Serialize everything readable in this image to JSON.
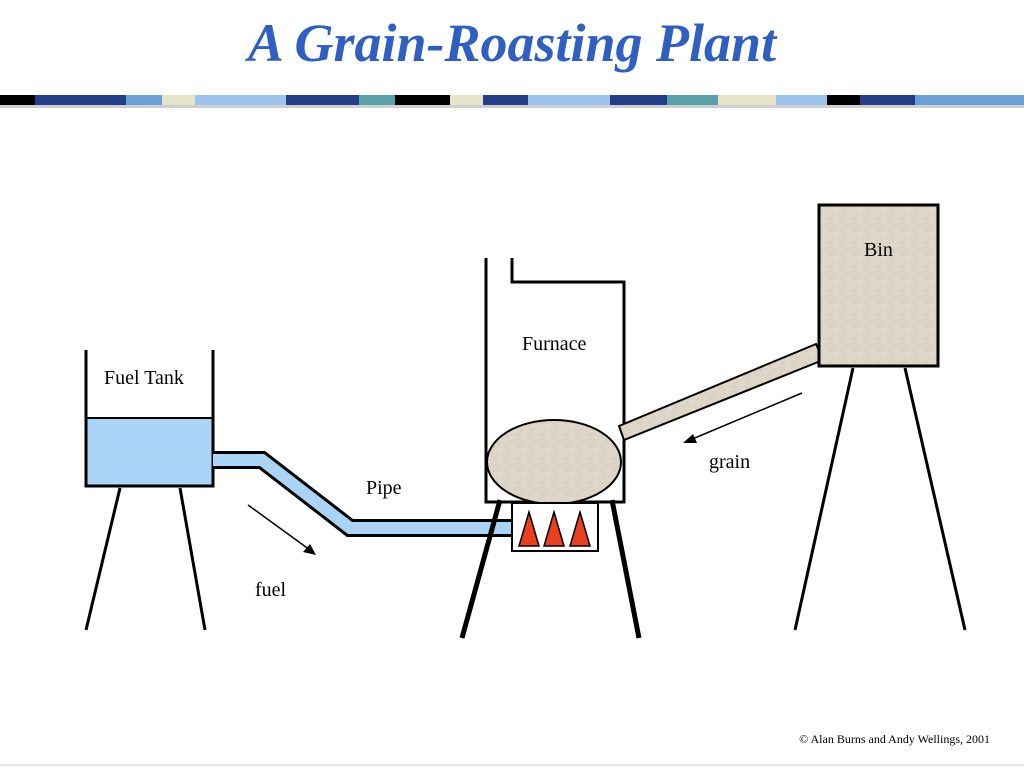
{
  "title": "A Grain-Roasting Plant",
  "labels": {
    "fuel_tank": "Fuel Tank",
    "pipe": "Pipe",
    "fuel": "fuel",
    "furnace": "Furnace",
    "grain": "grain",
    "bin": "Bin"
  },
  "footer": "© Alan Burns and Andy Wellings, 2001",
  "colors": {
    "title": "#2f5fc0",
    "fuel": "#a9d4f5",
    "grain_fill": "#ddd6c8",
    "flame": "#e8401c",
    "band": [
      "#000000",
      "#223e8a",
      "#6aa0d8",
      "#e5e3c9",
      "#9cc4ef",
      "#223e8a",
      "#5aa0a8",
      "#000000",
      "#e5e3c9",
      "#223e8a",
      "#9cc4ef",
      "#223e8a",
      "#5aa0a8",
      "#e5e3c9",
      "#9cc4ef",
      "#000000",
      "#223e8a",
      "#6aa0d8"
    ]
  }
}
